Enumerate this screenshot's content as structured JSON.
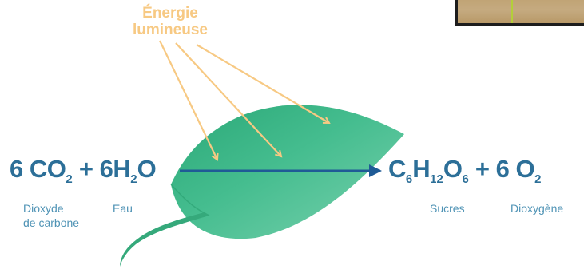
{
  "light": {
    "line1": "Énergie",
    "line2": "lumineuse"
  },
  "reactants": {
    "co2_coef": "6",
    "co2_symbol": "CO",
    "co2_sub": "2",
    "plus": "+",
    "h2o_coef": "6",
    "h2o_h": "H",
    "h2o_sub": "2",
    "h2o_o": "O"
  },
  "products": {
    "c": "C",
    "c_sub": "6",
    "h": "H",
    "h_sub": "12",
    "o": "O",
    "o_sub": "6",
    "plus": "+",
    "o2_coef": "6",
    "o2_symbol": "O",
    "o2_sub": "2"
  },
  "captions": {
    "co2_line1": "Dioxyde",
    "co2_line2": "de carbone",
    "h2o": "Eau",
    "sugars": "Sucres",
    "o2": "Dioxygène"
  },
  "colors": {
    "formula": "#2c6f98",
    "caption": "#4f93b5",
    "light": "#f7c983",
    "arrow": "#1f5b96",
    "leaf": "#3fb889"
  },
  "icons": [
    "leaf-illustration",
    "light-ray-arrow",
    "reaction-arrow",
    "photo-thumbnail"
  ]
}
